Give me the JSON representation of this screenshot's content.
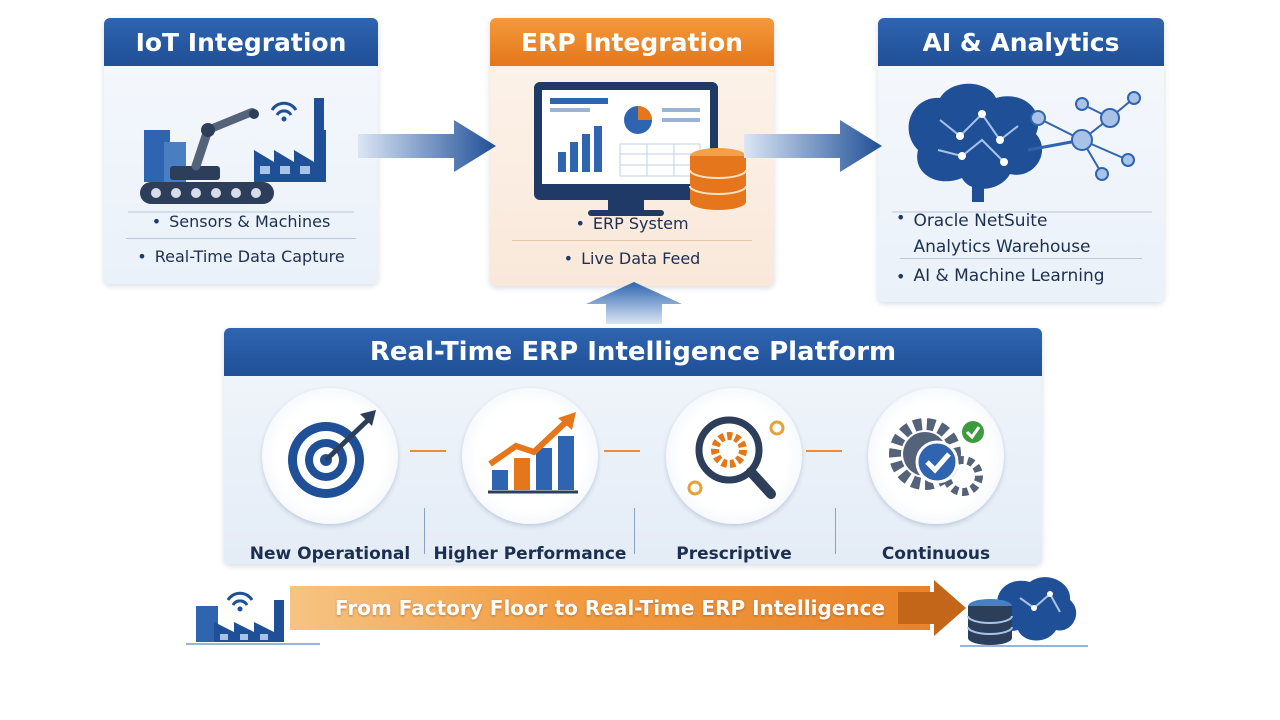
{
  "iot": {
    "title": "IoT Integration",
    "bullets": [
      "Sensors & Machines",
      "Real-Time Data Capture"
    ]
  },
  "erp": {
    "title": "ERP Integration",
    "bullets": [
      "ERP System",
      "Live Data Feed"
    ]
  },
  "ai": {
    "title": "AI & Analytics",
    "bullets": [
      "Oracle NetSuite\nAnalytics Warehouse",
      "AI & Machine Learning"
    ]
  },
  "platform": {
    "title": "Real-Time ERP Intelligence Platform",
    "features": [
      {
        "label": "New Operational\nMetrics",
        "icon": "target-icon"
      },
      {
        "label": "Higher Performance\nBenchmarks",
        "icon": "bar-chart-growth-icon"
      },
      {
        "label": "Prescriptive\nInsights",
        "icon": "magnifier-gear-icon"
      },
      {
        "label": "Continuous\nImprovement",
        "icon": "gears-check-icon"
      }
    ]
  },
  "banner": {
    "text": "From Factory Floor to Real-Time ERP Intelligence"
  },
  "colors": {
    "blue": "#1f4f97",
    "orange": "#e5761b",
    "light": "#eaf1f9"
  }
}
